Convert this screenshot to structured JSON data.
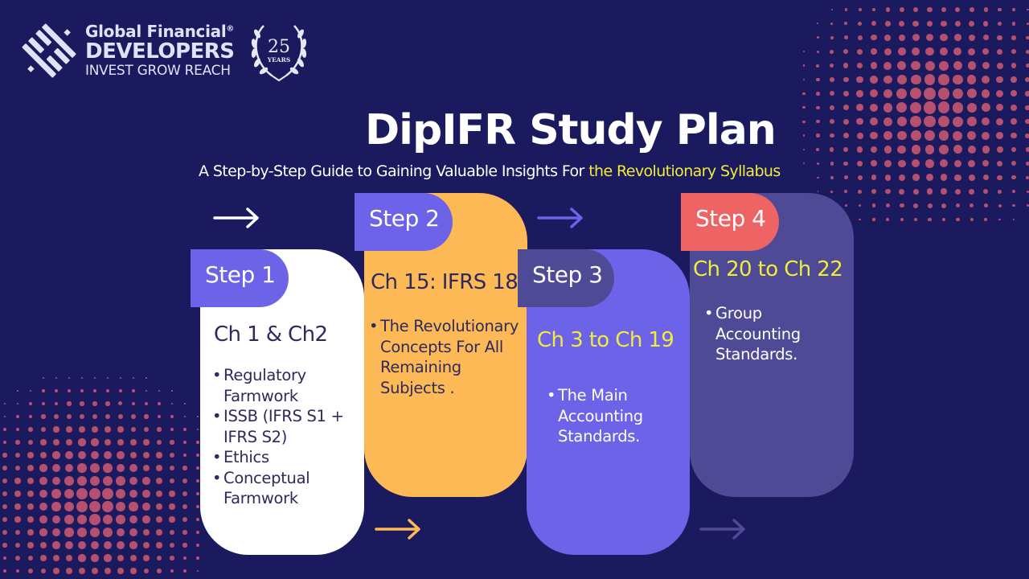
{
  "brand": {
    "line1": "Global Financial",
    "registered": "®",
    "line2": "DEVELOPERS",
    "line3": "INVEST GROW REACH",
    "anniversary_number": "25",
    "anniversary_label": "YEARS"
  },
  "header": {
    "title": "DipIFR Study Plan",
    "subtitle_plain": "A Step-by-Step Guide to Gaining Valuable Insights For ",
    "subtitle_highlight": "the Revolutionary Syllabus"
  },
  "steps": [
    {
      "label": "Step 1",
      "chapters": "Ch 1 & Ch2",
      "bullets": [
        "Regulatory Farmwork",
        "ISSB (IFRS S1 + IFRS S2)",
        "Ethics",
        "Conceptual Farmwork"
      ]
    },
    {
      "label": "Step 2",
      "chapters": "Ch 15: IFRS 18",
      "bullets": [
        "The Revolutionary Concepts For All Remaining Subjects ."
      ]
    },
    {
      "label": "Step 3",
      "chapters": "Ch 3 to Ch 19",
      "bullets": [
        "The Main Accounting Standards."
      ]
    },
    {
      "label": "Step 4",
      "chapters": "Ch 20 to Ch 22",
      "bullets": [
        "Group Accounting Standards."
      ]
    }
  ],
  "colors": {
    "background": "#1c1a5e",
    "step1_card": "#ffffff",
    "step2_card": "#fdb956",
    "step3_card": "#6c63e8",
    "step4_card": "#4f4a96",
    "step1_tag": "#6c63e8",
    "step2_tag": "#6c63e8",
    "step3_tag": "#4f4a96",
    "step4_tag": "#ee6464",
    "highlight": "#f1ec3b",
    "dots": "#b5506e"
  }
}
